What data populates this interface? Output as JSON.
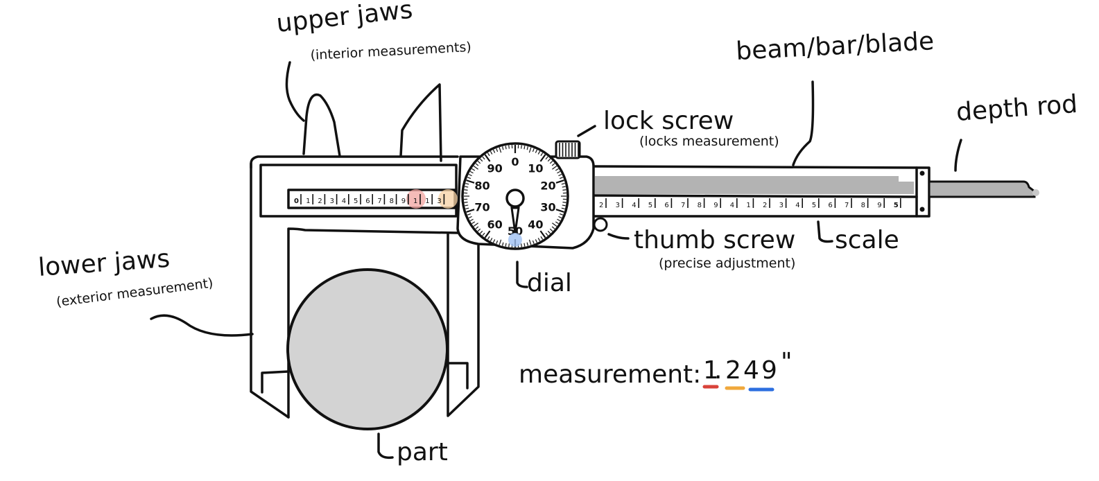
{
  "labels": {
    "upper_jaws": "upper jaws",
    "upper_jaws_note": "(interior measurements)",
    "beam": "beam/bar/blade",
    "lock_screw": "lock screw",
    "lock_screw_note": "(locks measurement)",
    "depth_rod": "depth rod",
    "lower_jaws": "lower jaws",
    "lower_jaws_note": "(exterior measurement)",
    "thumb_screw": "thumb screw",
    "thumb_screw_note": "(precise adjustment)",
    "scale": "scale",
    "dial": "dial",
    "part": "part"
  },
  "measurement": {
    "label": "measurement:",
    "value_int": "1",
    "value_dot": ".",
    "digit_tenths": "2",
    "digit_hundredths": "4",
    "digit_thousandths": "9",
    "unit": "\"",
    "colors": {
      "tenths": "#d9433a",
      "hundredths": "#f0a83c",
      "thousandths": "#2d6fe0"
    }
  },
  "jaw_scale_numbers": [
    "0",
    "1",
    "2",
    "3",
    "4",
    "5",
    "6",
    "7",
    "8",
    "9",
    "1",
    "1",
    "3"
  ],
  "beam_scale_numbers": [
    "2",
    "3",
    "4",
    "5",
    "6",
    "7",
    "8",
    "9",
    "4",
    "1",
    "2",
    "3",
    "4",
    "5",
    "6",
    "7",
    "8",
    "9",
    "5"
  ],
  "dial_numbers": [
    "0",
    "10",
    "20",
    "30",
    "40",
    "50",
    "60",
    "70",
    "80",
    "90"
  ],
  "highlights": {
    "red": "#f2a4a0",
    "orange": "#f7d2a4",
    "blue": "#9fc0f2"
  },
  "colors": {
    "ink": "#111111",
    "metal": "#b3b3b3",
    "part": "#d3d3d3"
  }
}
